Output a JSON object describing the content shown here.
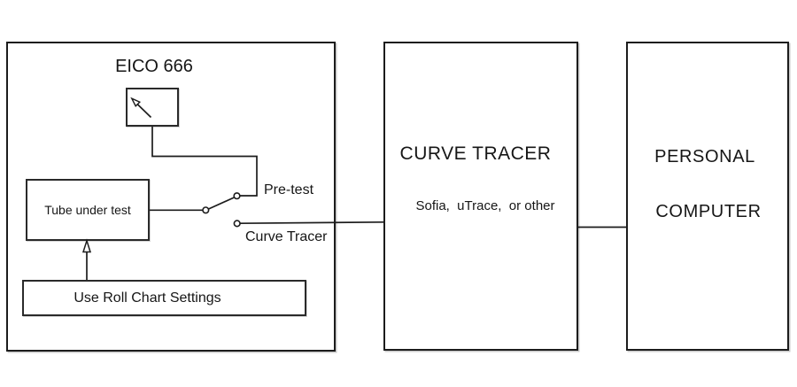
{
  "diagram": {
    "background_color": "#ffffff",
    "line_color": "#1c1c1c",
    "eico_box": {
      "title": "EICO 666",
      "meter_icon": "analog-meter-icon",
      "tube_box_label": "Tube under test",
      "rollchart_box_label": "Use Roll Chart Settings",
      "switch": {
        "icon": "spdt-selector-switch-icon",
        "position_1_label": "Pre-test",
        "position_2_label": "Curve Tracer"
      },
      "arrow_icon": "up-open-arrow-icon"
    },
    "curve_tracer_box": {
      "title": "CURVE TRACER",
      "subtitle": "Sofia,  uTrace,  or other"
    },
    "pc_box": {
      "title_line_1": "PERSONAL",
      "title_line_2": "COMPUTER"
    }
  }
}
